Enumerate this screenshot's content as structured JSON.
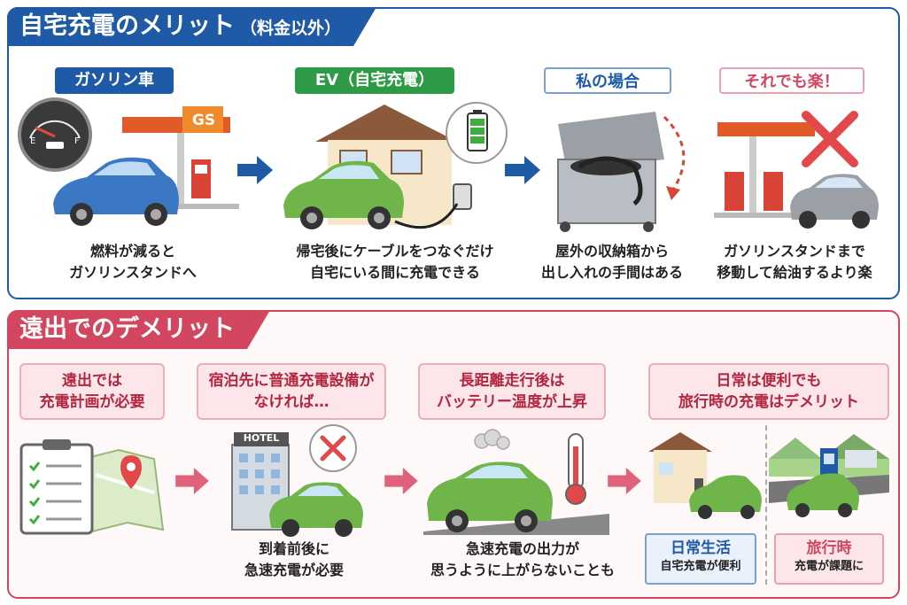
{
  "top": {
    "title": "自宅充電のメリット",
    "title_suffix": "（料金以外）",
    "columns": [
      {
        "label": "ガソリン車",
        "caption": [
          "燃料が減ると",
          "ガソリンスタンドへ"
        ]
      },
      {
        "label": "EV（自宅充電）",
        "caption": [
          "帰宅後にケーブルをつなぐだけ",
          "自宅にいる間に充電できる"
        ]
      },
      {
        "label": "私の場合",
        "caption": [
          "屋外の収納箱から",
          "出し入れの手間はある"
        ]
      },
      {
        "label": "それでも楽！",
        "caption": [
          "ガソリンスタンドまで",
          "移動して給油するより楽"
        ]
      }
    ],
    "gs_sign": "GS"
  },
  "bottom": {
    "title": "遠出でのデメリット",
    "columns": [
      {
        "box": [
          "遠出では",
          "充電計画が必要"
        ],
        "caption": []
      },
      {
        "box": [
          "宿泊先に普通充電設備が",
          "なければ…"
        ],
        "caption": [
          "到着前後に",
          "急速充電が必要"
        ]
      },
      {
        "box": [
          "長距離走行後は",
          "バッテリー温度が上昇"
        ],
        "caption": [
          "急速充電の出力が",
          "思うように上がらないことも"
        ]
      },
      {
        "box": [
          "日常は便利でも",
          "旅行時の充電はデメリット"
        ],
        "caption": []
      }
    ],
    "hotel_sign": "HOTEL",
    "daily": {
      "title": "日常生活",
      "sub": "自宅充電が便利"
    },
    "travel": {
      "title": "旅行時",
      "sub": "充電が課題に"
    }
  },
  "colors": {
    "blue": "#1f5aa6",
    "green": "#2e9a45",
    "red": "#d2475f",
    "car_green": "#6fb54a",
    "car_blue": "#3a78c4"
  }
}
